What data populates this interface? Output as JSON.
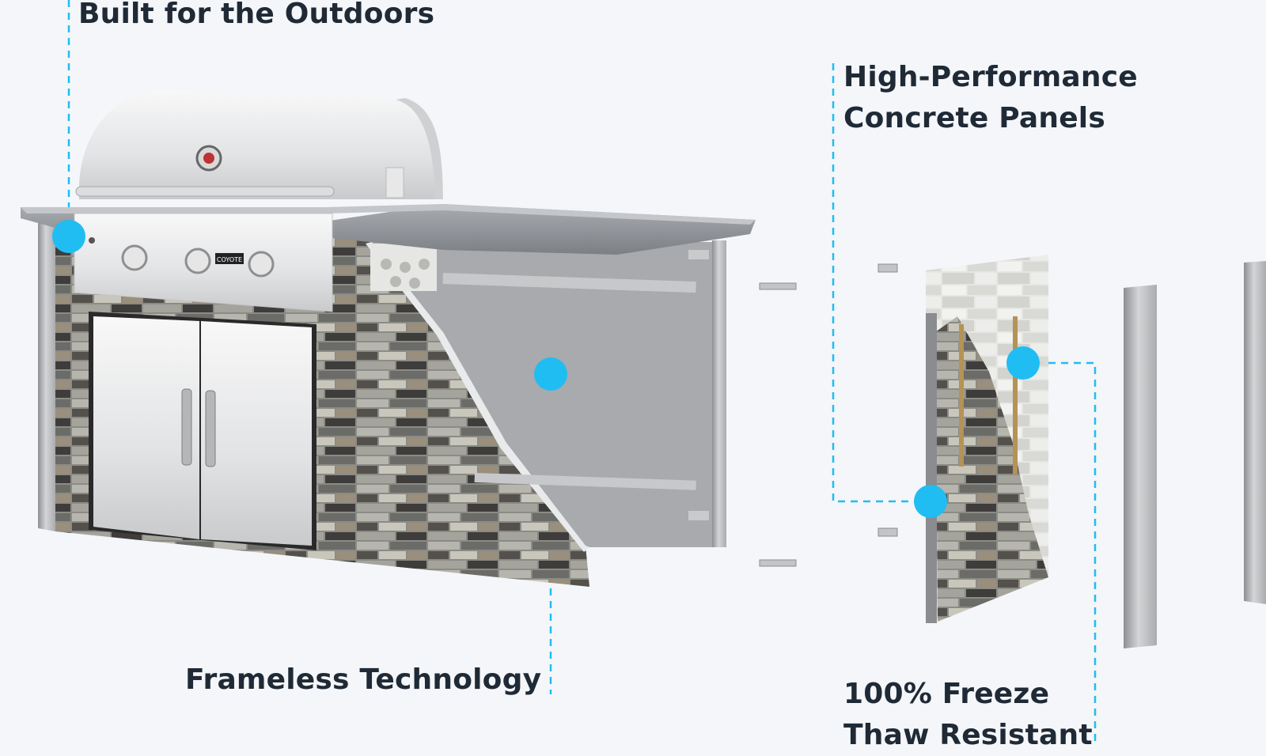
{
  "callouts": {
    "outdoors": "Built for the Outdoors",
    "panels_line1": "High-Performance",
    "panels_line2": "Concrete Panels",
    "frameless": "Frameless Technology",
    "freeze_line1": "100% Freeze",
    "freeze_line2": "Thaw Resistant"
  },
  "grill": {
    "brand_label": "COYOTE"
  },
  "colors": {
    "background": "#f4f6f9",
    "accent": "#20bdf3",
    "text": "#1f2a36"
  }
}
